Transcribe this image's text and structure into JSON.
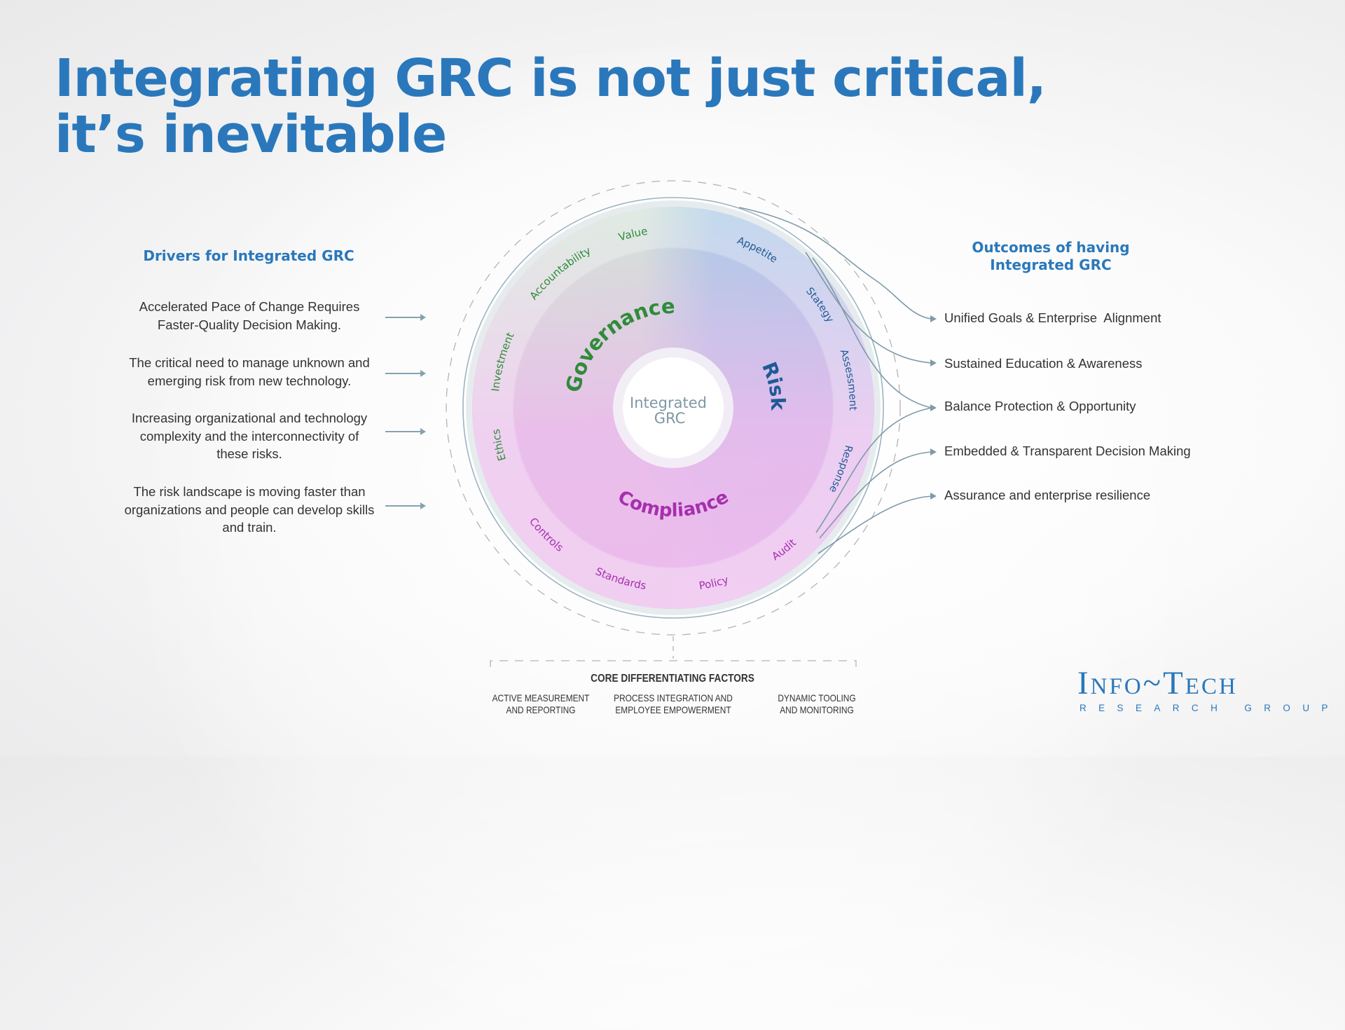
{
  "title": {
    "line1": "Integrating GRC is not just critical,",
    "line2": "it’s inevitable"
  },
  "drivers": {
    "heading": "Drivers for Integrated GRC",
    "items": [
      "Accelerated Pace of Change Requires Faster-Quality Decision Making.",
      "The critical need to manage unknown and emerging risk from new technology.",
      "Increasing organizational and technology complexity and the interconnectivity of these risks.",
      "The risk landscape is moving faster than organizations and people can develop skills and train."
    ]
  },
  "outcomes": {
    "heading_line1": "Outcomes of having",
    "heading_line2": "Integrated GRC",
    "items": [
      "Unified Goals & Enterprise  Alignment",
      "Sustained Education & Awareness",
      "Balance Protection & Opportunity",
      "Embedded & Transparent Decision Making",
      "Assurance and enterprise resilience"
    ]
  },
  "wheel": {
    "center_line1": "Integrated",
    "center_line2": "GRC",
    "segments": [
      {
        "name": "Governance",
        "color": "#2e8b3a",
        "tags": [
          "Value",
          "Accountability",
          "Investment",
          "Ethics"
        ]
      },
      {
        "name": "Risk",
        "color": "#1f5a96",
        "tags": [
          "Appetite",
          "Stategy",
          "Assessment",
          "Response"
        ]
      },
      {
        "name": "Compliance",
        "color": "#a62fae",
        "tags": [
          "Audit",
          "Policy",
          "Standards",
          "Controls"
        ]
      }
    ],
    "colors": {
      "governance_fill": "#d4e6d6",
      "risk_fill": "#a9cae8",
      "compliance_fill": "#edbbed"
    }
  },
  "core_factors": {
    "heading": "CORE DIFFERENTIATING FACTORS",
    "items": [
      "ACTIVE MEASUREMENT\nAND REPORTING",
      "PROCESS INTEGRATION AND\nEMPLOYEE EMPOWERMENT",
      "DYNAMIC TOOLING\nAND MONITORING"
    ]
  },
  "logo": {
    "main": "Info~Tech",
    "sub": "RESEARCH GROUP"
  },
  "accent_color": "#2a78bb"
}
